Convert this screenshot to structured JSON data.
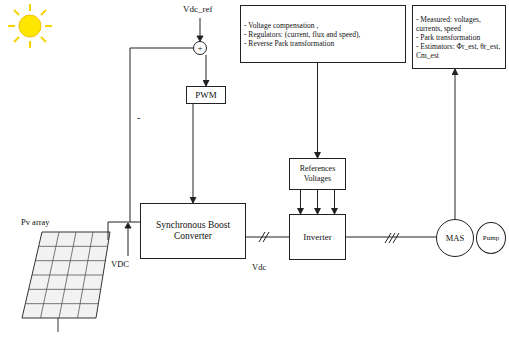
{
  "diagram": {
    "nodes": [
      {
        "text": [
          "- Voltage compensation ,",
          "- Regulators: (current, flux and speed),",
          "- Reverse Park transformation"
        ]
      },
      {
        "text": [
          "- Measured: voltages, currents, speed",
          "- Park transformation",
          "- Estimators: Φr_est, θr_est, Cm_est"
        ]
      },
      {
        "text": [
          "+"
        ]
      },
      {
        "text": [
          "PWM"
        ]
      },
      {
        "text": [
          "References Voltages"
        ]
      },
      {
        "text": [
          "Synchronous Boost Converter"
        ]
      },
      {
        "text": [
          "Inverter"
        ]
      },
      {
        "text": [
          "MAS"
        ]
      },
      {
        "text": [
          "Pump"
        ]
      }
    ],
    "edges": [
      {
        "from": 2,
        "to": 3,
        "arrow": "to"
      },
      {
        "from": 3,
        "to": 5,
        "arrow": "to"
      },
      {
        "from": 5,
        "to": 6,
        "arrow": "none"
      },
      {
        "from": 0,
        "to": 4,
        "arrow": "to"
      },
      {
        "from": 4,
        "to": 6,
        "arrow": "to"
      },
      {
        "from": 4,
        "to": 6,
        "arrow": "to"
      },
      {
        "from": 4,
        "to": 6,
        "arrow": "to"
      },
      {
        "from": 6,
        "to": 7,
        "arrow": "none"
      },
      {
        "from": 7,
        "to": 1,
        "arrow": "to"
      }
    ],
    "labels": [
      "Vdc_ref",
      "Pv array",
      "VDC",
      "Vdc",
      "-"
    ]
  }
}
